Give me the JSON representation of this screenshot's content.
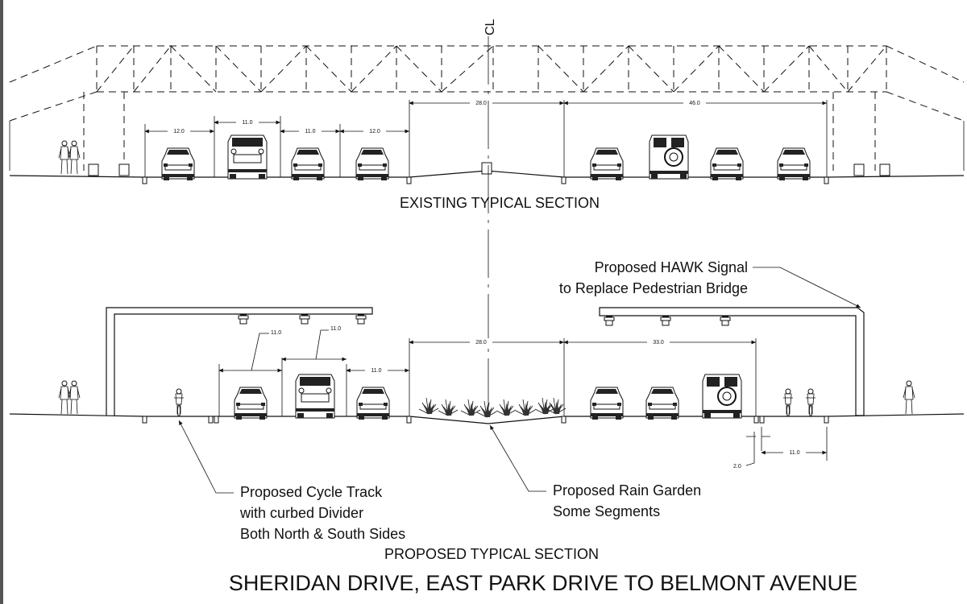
{
  "centerline_label": "CL",
  "existing": {
    "title": "EXISTING TYPICAL SECTION",
    "dims": [
      "12.0",
      "11.0",
      "11.0",
      "12.0",
      "28.0",
      "46.0"
    ]
  },
  "proposed": {
    "title": "PROPOSED TYPICAL SECTION",
    "dims": [
      "11.0",
      "11.0",
      "11.0",
      "28.0",
      "33.0",
      "11.0",
      "2.0"
    ],
    "callouts": {
      "hawk": [
        "Proposed HAWK Signal",
        "to Replace Pedestrian Bridge"
      ],
      "cycle": [
        "Proposed Cycle Track",
        "with curbed Divider",
        "Both North & South Sides"
      ],
      "rain": [
        "Proposed Rain Garden",
        "Some Segments"
      ]
    }
  },
  "main_title": "SHERIDAN DRIVE, EAST PARK DRIVE TO BELMONT AVENUE",
  "colors": {
    "ink": "#111111",
    "paper": "#ffffff",
    "frame": "#555555"
  }
}
